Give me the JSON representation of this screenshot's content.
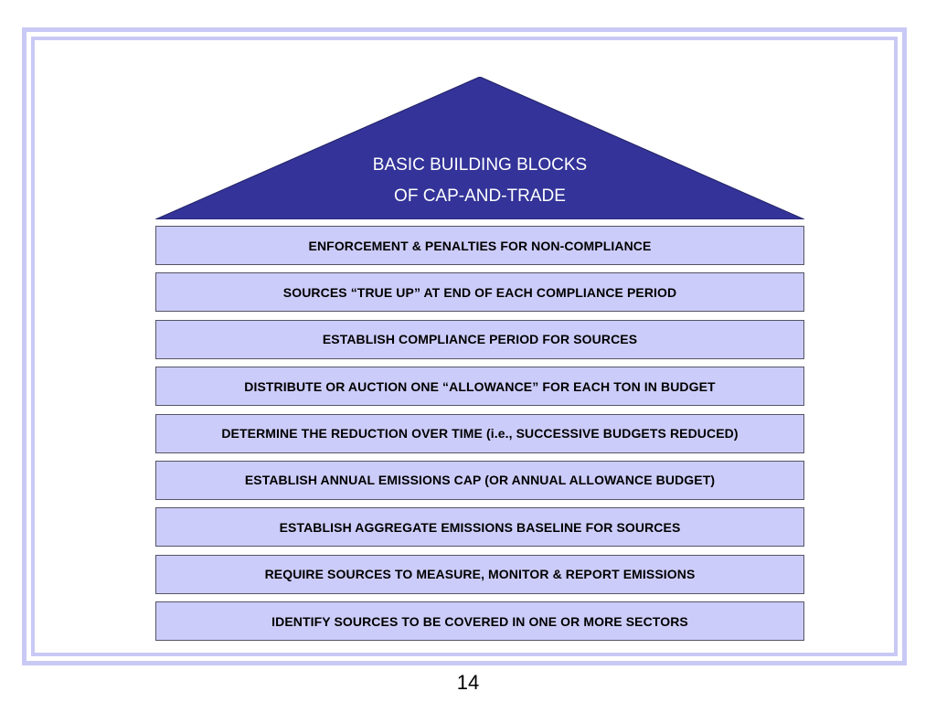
{
  "colors": {
    "frame": "#c9c9f5",
    "roof": "#333399",
    "block_fill": "#ccccfa",
    "block_border": "#555566"
  },
  "roof": {
    "title_line1": "BASIC BUILDING BLOCKS",
    "title_line2": "OF CAP-AND-TRADE"
  },
  "blocks": [
    "ENFORCEMENT & PENALTIES FOR NON-COMPLIANCE",
    "SOURCES “TRUE UP” AT END OF EACH COMPLIANCE PERIOD",
    "ESTABLISH COMPLIANCE PERIOD FOR SOURCES",
    "DISTRIBUTE OR AUCTION ONE “ALLOWANCE” FOR EACH TON IN BUDGET",
    "DETERMINE THE REDUCTION OVER TIME (i.e., SUCCESSIVE BUDGETS REDUCED)",
    "ESTABLISH ANNUAL EMISSIONS CAP (OR ANNUAL ALLOWANCE BUDGET)",
    "ESTABLISH AGGREGATE EMISSIONS BASELINE FOR SOURCES",
    "REQUIRE SOURCES TO MEASURE, MONITOR & REPORT EMISSIONS",
    "IDENTIFY SOURCES TO BE COVERED IN ONE OR MORE SECTORS"
  ],
  "page_number": "14"
}
